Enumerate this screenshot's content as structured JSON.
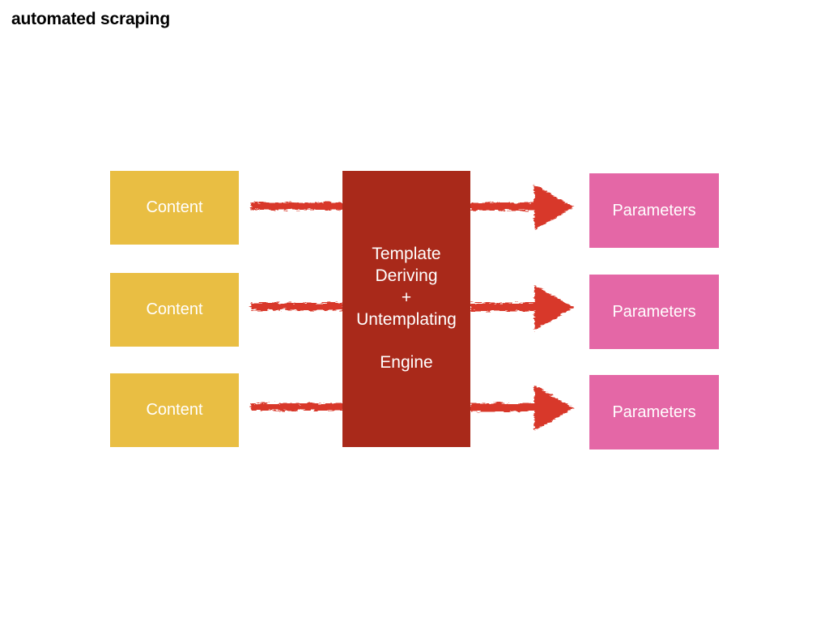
{
  "slide": {
    "title": "automated scraping",
    "background": "#FFFFFF"
  },
  "palette": {
    "title_text": "#000000",
    "content_fill": "#E9BE43",
    "engine_fill": "#A9291A",
    "parameters_fill": "#E467A6",
    "arrow_stroke": "#D8382A",
    "node_text": "#FFFFFF"
  },
  "diagram": {
    "type": "flow",
    "inputs": [
      {
        "label": "Content"
      },
      {
        "label": "Content"
      },
      {
        "label": "Content"
      }
    ],
    "processor": {
      "label": "Template\nDeriving\n+\nUntemplating\n\nEngine",
      "lines": [
        "Template",
        "Deriving",
        "+",
        "Untemplating",
        "",
        "Engine"
      ]
    },
    "outputs": [
      {
        "label": "Parameters"
      },
      {
        "label": "Parameters"
      },
      {
        "label": "Parameters"
      }
    ],
    "connectors": {
      "input_to_engine": {
        "style": "rough-line",
        "arrowhead": false,
        "count": 3
      },
      "engine_to_output": {
        "style": "rough-line",
        "arrowhead": true,
        "count": 3
      }
    }
  }
}
